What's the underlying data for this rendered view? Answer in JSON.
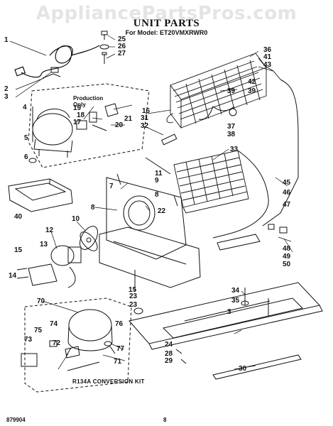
{
  "watermark": "AppliancePartsPros.com",
  "title": "UNIT PARTS",
  "model_line": "For Model: ET20VMXRWR0",
  "production_note": "Production Only",
  "kit_label": "R134A CONVERSION KIT",
  "doc_number": "879904",
  "page_number": "8",
  "callouts": [
    "1",
    "2",
    "3",
    "4",
    "5",
    "6",
    "7",
    "8",
    "9",
    "10",
    "11",
    "12",
    "13",
    "14",
    "15",
    "16",
    "17",
    "18",
    "19",
    "20",
    "21",
    "22",
    "23",
    "24",
    "25",
    "26",
    "27",
    "28",
    "29",
    "30",
    "31",
    "32",
    "33",
    "34",
    "35",
    "36",
    "37",
    "38",
    "39",
    "40",
    "41",
    "42",
    "43",
    "45",
    "46",
    "47",
    "48",
    "49",
    "50",
    "70",
    "71",
    "72",
    "73",
    "74",
    "75",
    "76",
    "77",
    "15",
    "23",
    "3",
    "39",
    "8"
  ]
}
